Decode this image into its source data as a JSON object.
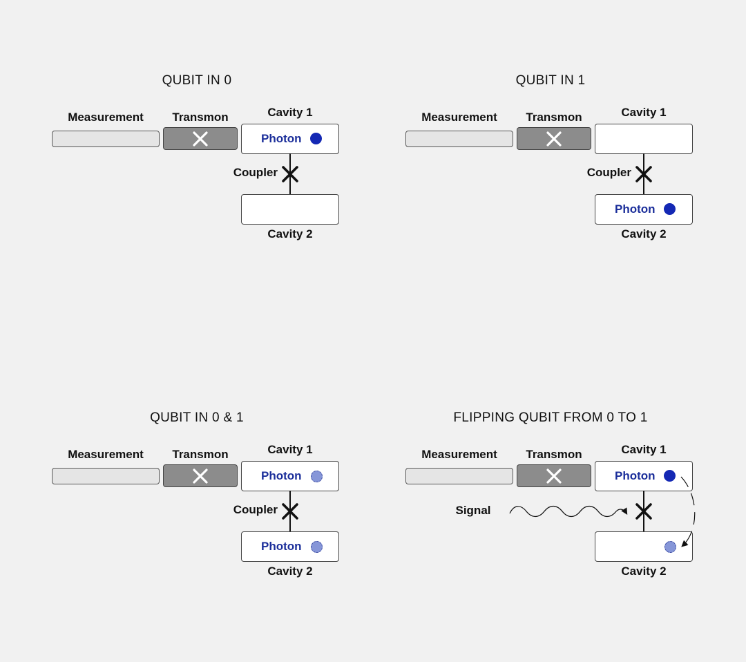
{
  "panels": [
    {
      "title": "QUBIT IN 0",
      "measurement_label": "Measurement",
      "transmon_label": "Transmon",
      "cavity1_label": "Cavity 1",
      "cavity2_label": "Cavity 2",
      "coupler_label": "Coupler",
      "cavity1_photon": "Photon",
      "cavity2_photon": ""
    },
    {
      "title": "QUBIT IN 1",
      "measurement_label": "Measurement",
      "transmon_label": "Transmon",
      "cavity1_label": "Cavity 1",
      "cavity2_label": "Cavity 2",
      "coupler_label": "Coupler",
      "cavity1_photon": "",
      "cavity2_photon": "Photon"
    },
    {
      "title": "QUBIT IN 0 & 1",
      "measurement_label": "Measurement",
      "transmon_label": "Transmon",
      "cavity1_label": "Cavity 1",
      "cavity2_label": "Cavity 2",
      "coupler_label": "Coupler",
      "cavity1_photon": "Photon",
      "cavity2_photon": "Photon"
    },
    {
      "title": "FLIPPING QUBIT FROM 0 TO 1",
      "measurement_label": "Measurement",
      "transmon_label": "Transmon",
      "cavity1_label": "Cavity 1",
      "cavity2_label": "Cavity 2",
      "signal_label": "Signal",
      "cavity1_photon": "Photon",
      "cavity2_photon": ""
    }
  ],
  "colors": {
    "photon_solid": "#1428b4",
    "photon_faint": "#8696d8",
    "photon_text": "#1b2e9a",
    "transmon_fill": "#8c8c8c",
    "measurement_fill": "#e5e5e5"
  }
}
